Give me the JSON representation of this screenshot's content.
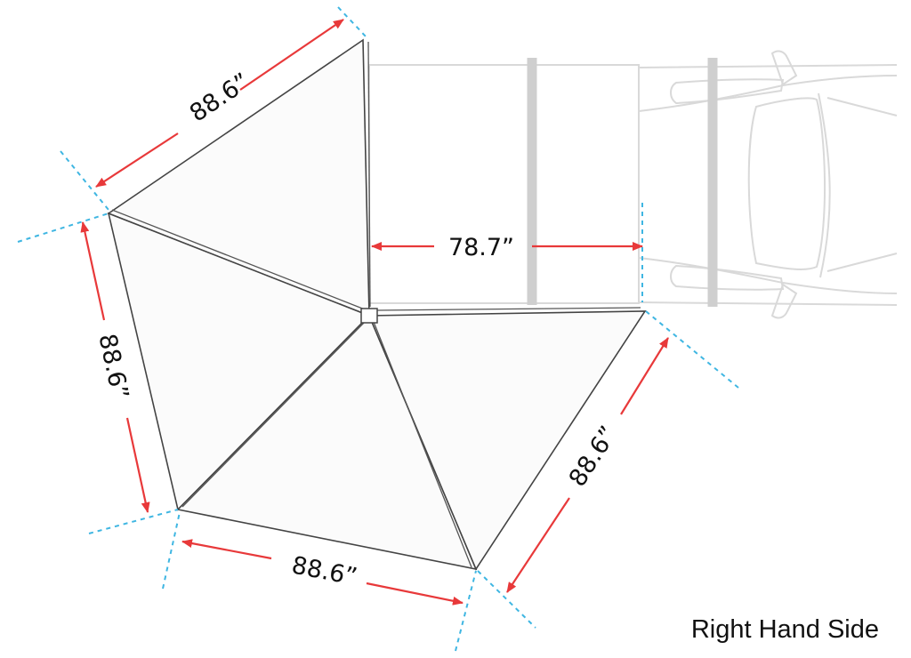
{
  "dimensions": {
    "top_edge": "88.6”",
    "left_edge": "88.6”",
    "bottom_edge": "88.6”",
    "right_edge": "88.6”",
    "awning_depth": "78.7”"
  },
  "caption": "Right Hand Side",
  "colors": {
    "dimension_arrow": "#e8393a",
    "extension_line": "#3fb6e2",
    "vehicle_outline": "#d9d9d9"
  }
}
